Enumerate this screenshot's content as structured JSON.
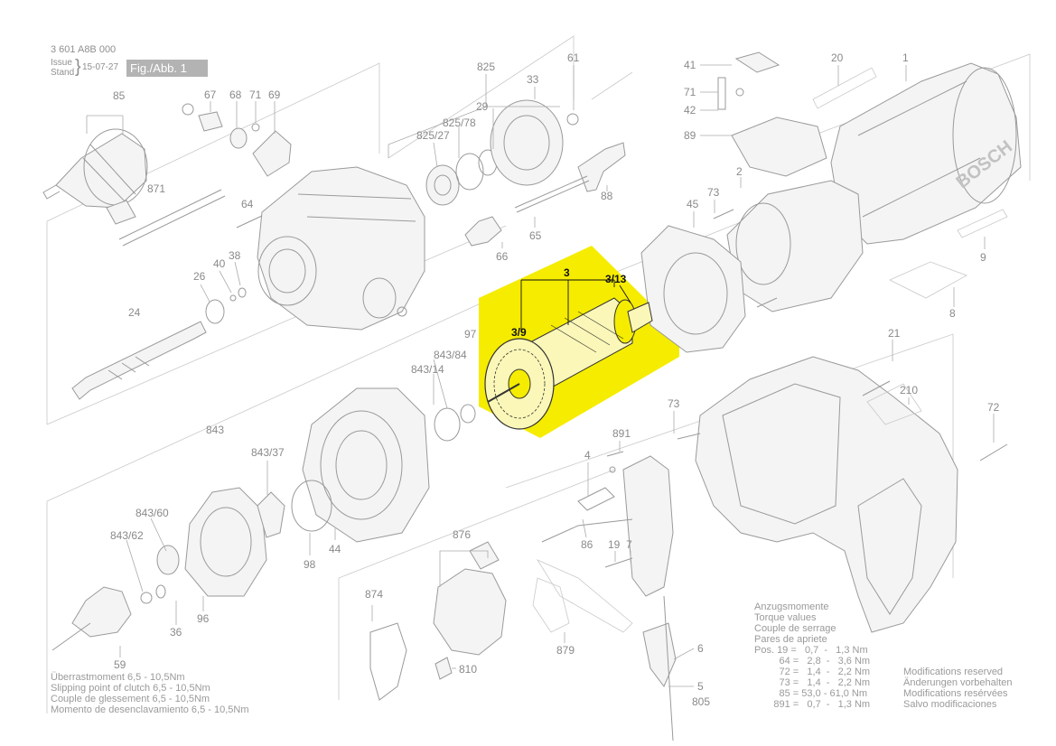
{
  "header": {
    "part_number": "3 601 A8B 000",
    "issue_label": "Issue",
    "stand_label": "Stand",
    "date": "15-07-27",
    "figure": "Fig./Abb. 1"
  },
  "highlight_color": "#f5ec00",
  "labels": {
    "l85": "85",
    "l67": "67",
    "l68": "68",
    "l71a": "71",
    "l69": "69",
    "l825": "825",
    "l33": "33",
    "l61": "61",
    "l29": "29",
    "l825_78": "825/78",
    "l825_27": "825/27",
    "l871": "871",
    "l64a": "64",
    "l88": "88",
    "l65": "65",
    "l66": "66",
    "l41": "41",
    "l71b": "71",
    "l42": "42",
    "l89": "89",
    "l20": "20",
    "l1": "1",
    "l2": "2",
    "l73a": "73",
    "l45": "45",
    "l9": "9",
    "l8": "8",
    "l26": "26",
    "l40": "40",
    "l38": "38",
    "l24": "24",
    "l3": "3",
    "l3_9": "3/9",
    "l3_13": "3/13",
    "l97": "97",
    "l843_84": "843/84",
    "l843_14": "843/14",
    "l843": "843",
    "l843_37": "843/37",
    "l843_60": "843/60",
    "l843_62": "843/62",
    "l59": "59",
    "l36": "36",
    "l96": "96",
    "l98": "98",
    "l44": "44",
    "l21": "21",
    "l210": "210",
    "l72": "72",
    "l73b": "73",
    "l891": "891",
    "l4": "4",
    "l86": "86",
    "l19": "19",
    "l7": "7",
    "l876": "876",
    "l874": "874",
    "l879": "879",
    "l810": "810",
    "l6": "6",
    "l5": "5",
    "l805": "805"
  },
  "notes": {
    "slip_lines": [
      "Überrastmoment 6,5 - 10,5Nm",
      "Slipping point of clutch 6,5 - 10,5Nm",
      "Couple de glessement 6,5 - 10,5Nm",
      "Momento de desenclavamiento 6,5 - 10,5Nm"
    ],
    "torque_titles": [
      "Anzugsmomente",
      "Torque values",
      "Couple de serrage",
      "Pares de apriete"
    ],
    "torque_rows": [
      "Pos. 19 =   0,7  -   1,3 Nm",
      "         64 =   2,8  -   3,6 Nm",
      "         72 =   1,4  -   2,2 Nm",
      "         73 =   1,4  -   2,2 Nm",
      "         85 = 53,0 - 61,0 Nm",
      "       891 =   0,7  -   1,3 Nm"
    ],
    "mod_lines": [
      "Modifications reserved",
      "Änderungen vorbehalten",
      "Modifications resérvées",
      "Salvo modificaciones"
    ],
    "brand": "BOSCH"
  }
}
